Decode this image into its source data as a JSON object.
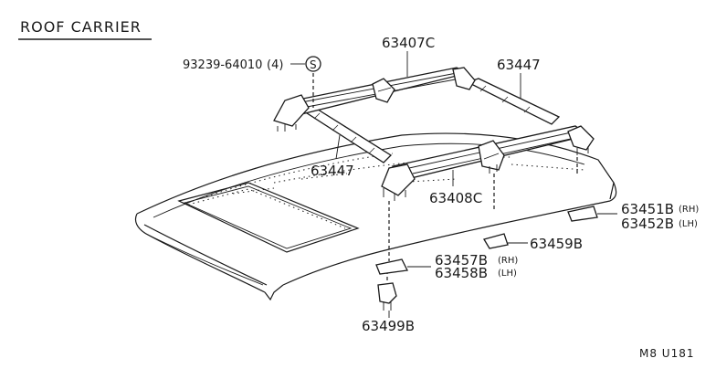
{
  "title": "ROOF  CARRIER",
  "parts": {
    "screw": {
      "number": "93239-64010",
      "qty": "(4)",
      "symbol": "S"
    },
    "crossbar_rear": {
      "number": "63407C"
    },
    "side_rail_right": {
      "number": "63447"
    },
    "side_rail_left": {
      "number": "63447"
    },
    "crossbar_front": {
      "number": "63408C"
    },
    "pad_rear_rh": {
      "number": "63451B",
      "side": "(RH)"
    },
    "pad_rear_lh": {
      "number": "63452B",
      "side": "(LH)"
    },
    "pad_center": {
      "number": "63459B"
    },
    "pad_front_rh": {
      "number": "63457B",
      "side": "(RH)"
    },
    "pad_front_lh": {
      "number": "63458B",
      "side": "(LH)"
    },
    "clip": {
      "number": "63499B"
    }
  },
  "figure_code": "M8  U181"
}
